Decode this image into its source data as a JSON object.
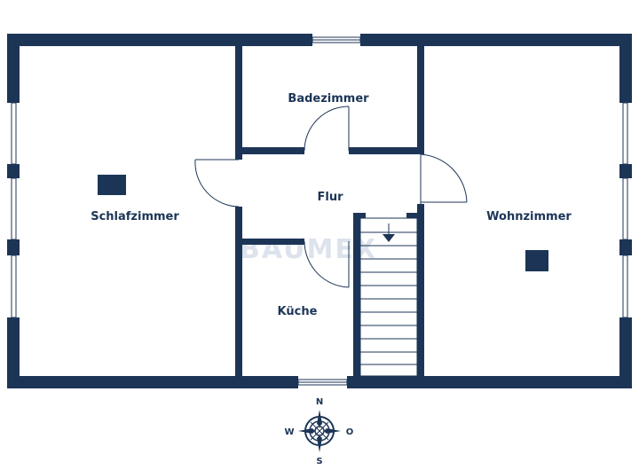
{
  "colors": {
    "wall": "#1c3557",
    "background": "#ffffff",
    "door": "#1c3557",
    "watermark": "#dde3ec"
  },
  "rooms": {
    "schlafzimmer": "Schlafzimmer",
    "badezimmer": "Badezimmer",
    "flur": "Flur",
    "wohnzimmer": "Wohnzimmer",
    "kueche": "Küche"
  },
  "watermark": "BAUMEX",
  "compass": {
    "north": "N",
    "south": "S",
    "west": "W",
    "east": "O"
  },
  "icons": {
    "stair-direction": "arrow-down-icon",
    "compass": "compass-rose-icon"
  }
}
